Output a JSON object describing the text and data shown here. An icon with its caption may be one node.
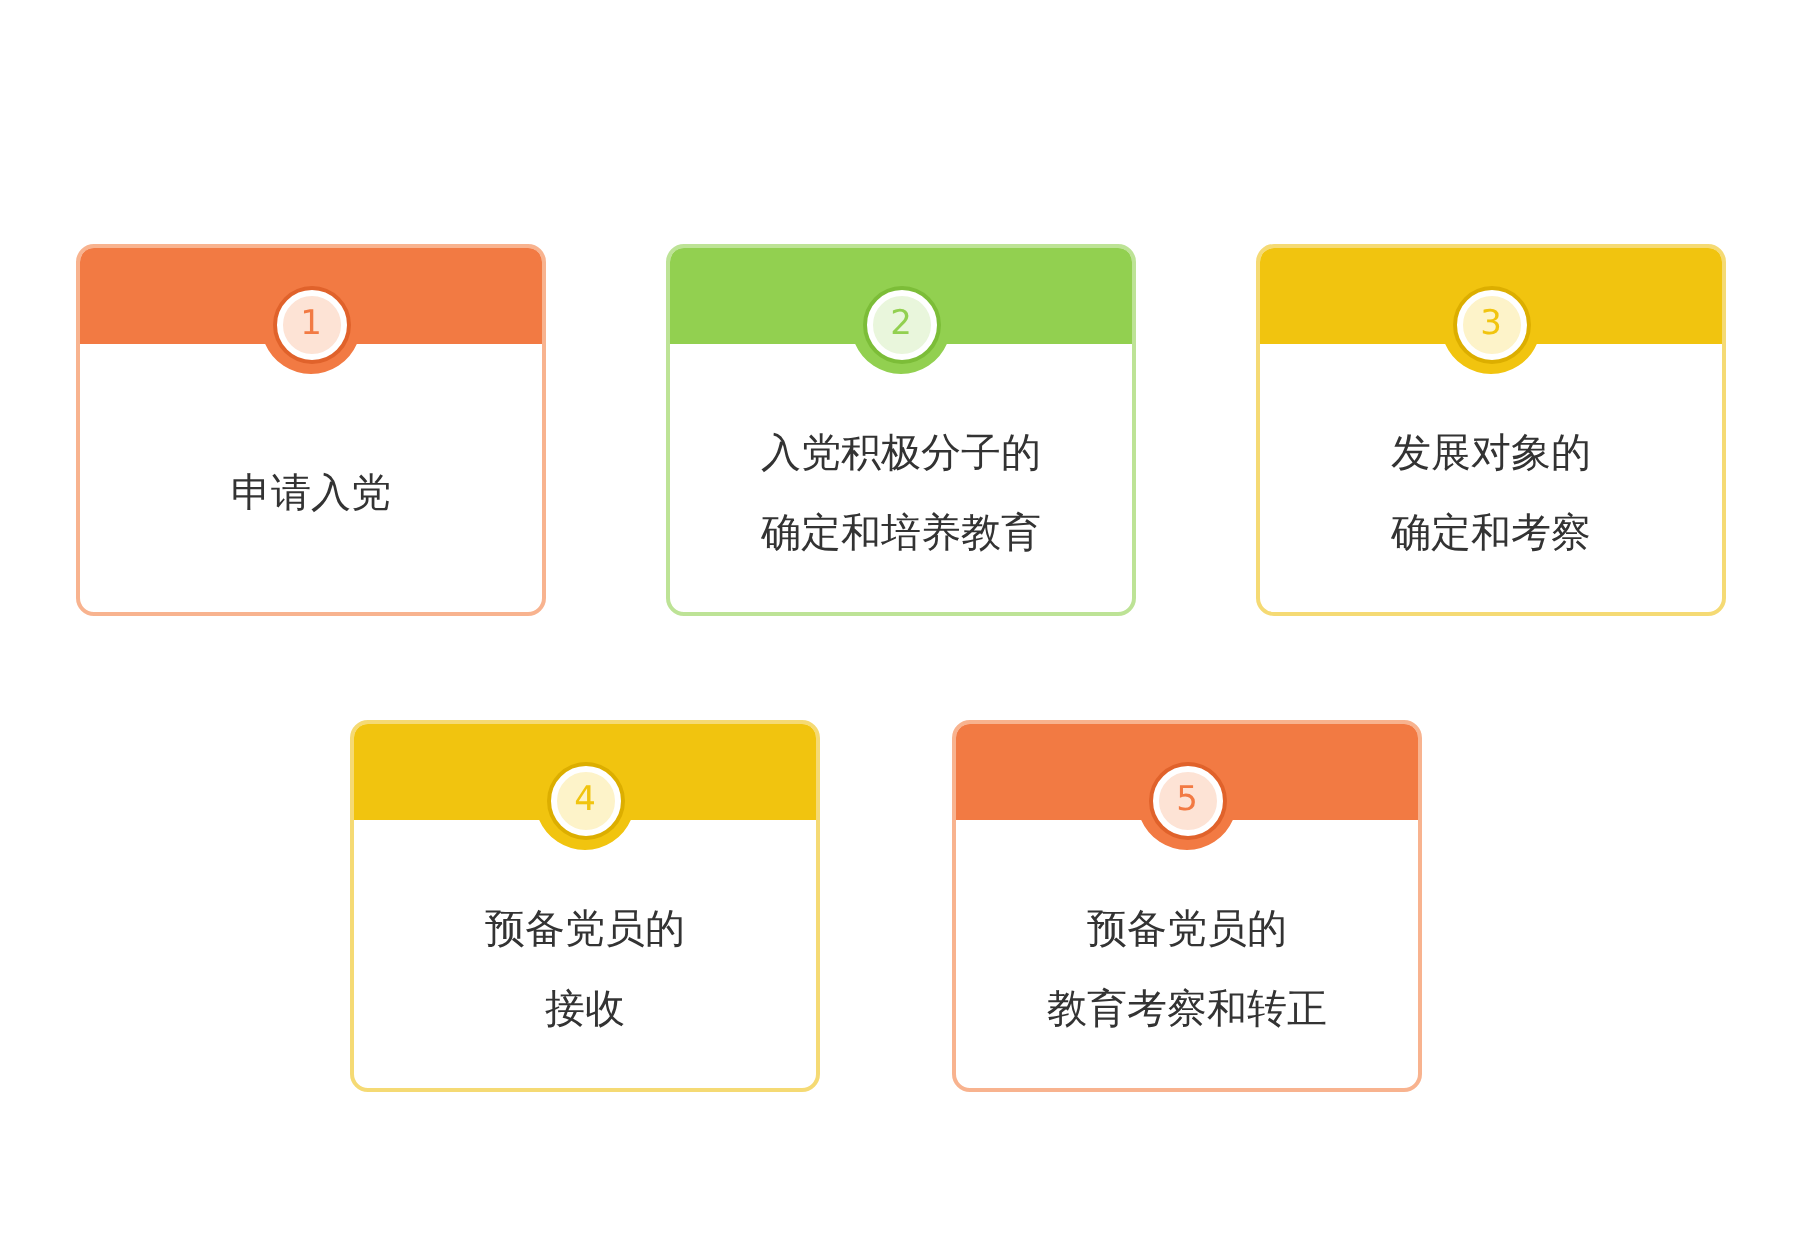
{
  "diagram": {
    "nodes": [
      {
        "text": [
          "1",
          "申请入党"
        ]
      },
      {
        "text": [
          "2",
          "入党积极分子的确定和培养教育"
        ]
      },
      {
        "text": [
          "3",
          "发展对象的确定和考察"
        ]
      },
      {
        "text": [
          "4",
          "预备党员的接收"
        ]
      },
      {
        "text": [
          "5",
          "预备党员的教育考察和转正"
        ]
      }
    ]
  }
}
